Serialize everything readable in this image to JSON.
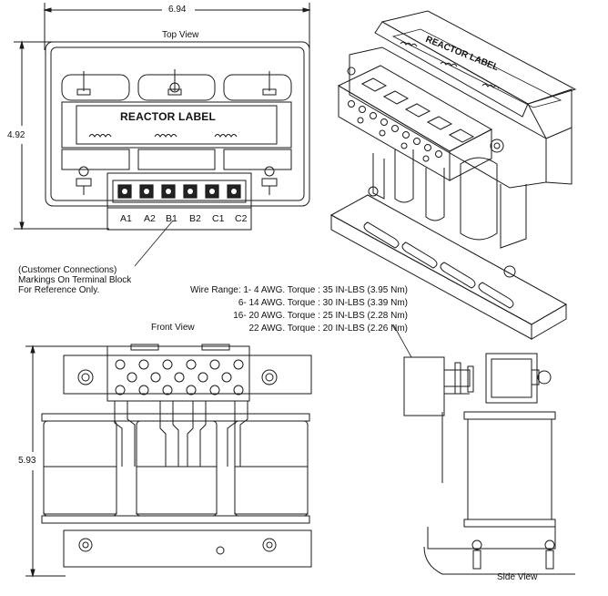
{
  "views": {
    "top": "Top View",
    "front": "Front View",
    "side": "Side View"
  },
  "dimensions": {
    "width": "6.94",
    "height_top": "4.92",
    "height_front": "5.93"
  },
  "reactor_label": "REACTOR LABEL",
  "terminals": [
    "A1",
    "A2",
    "B1",
    "B2",
    "C1",
    "C2"
  ],
  "note": {
    "line1": "(Customer Connections)",
    "line2": "Markings On Terminal Block",
    "line3": "For Reference Only."
  },
  "wire_table": [
    "Wire Range: 1- 4 AWG.   Torque : 35 IN-LBS (3.95 Nm)",
    "6- 14 AWG.   Torque : 30 IN-LBS (3.39 Nm)",
    "16- 20 AWG.  Torque : 25 IN-LBS (2.28 Nm)",
    "22 AWG.  Torque : 20 IN-LBS (2.26 Nm)"
  ]
}
